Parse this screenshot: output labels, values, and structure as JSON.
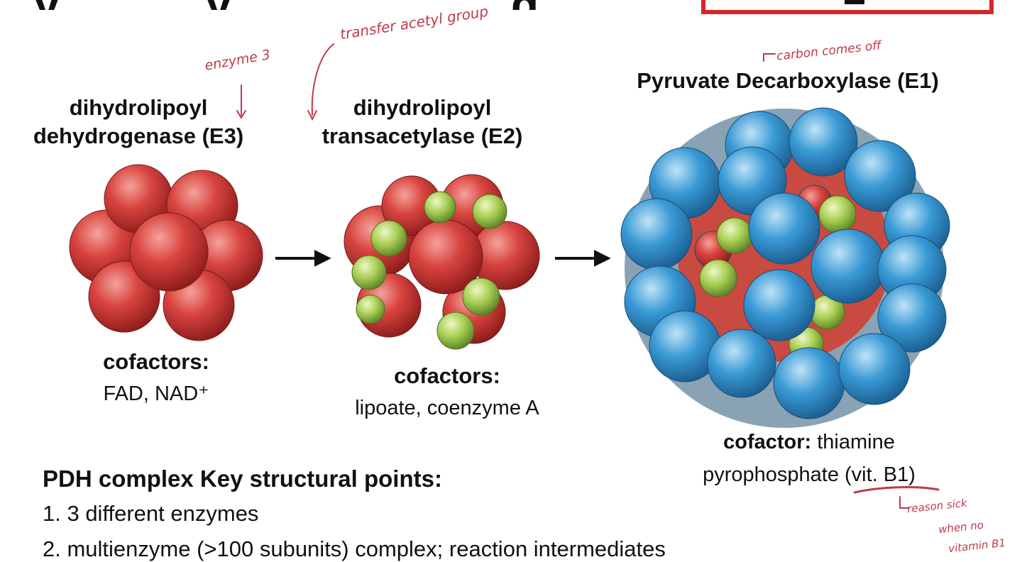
{
  "title_fragments": [
    "y",
    "y",
    "g"
  ],
  "enzymes": {
    "e3": {
      "name_line1": "dihydrolipoyl",
      "name_line2": "dehydrogenase (E3)",
      "cofactor_label": "cofactors:",
      "cofactor_value": "FAD, NAD⁺",
      "annotation": "enzyme 3"
    },
    "e2": {
      "name_line1": "dihydrolipoyl",
      "name_line2": "transacetylase (E2)",
      "cofactor_label": "cofactors:",
      "cofactor_value": "lipoate, coenzyme A",
      "annotation": "transfer acetyl group"
    },
    "e1": {
      "name": "Pyruvate Decarboxylase (E1)",
      "cofactor_label": "cofactor:",
      "cofactor_value_line1": "thiamine",
      "cofactor_value_line2": "pyrophosphate (vit. B1)",
      "annotation_top": "carbon comes off",
      "annotation_bottom": [
        "reason sick",
        "when no",
        "vitamin B1"
      ]
    }
  },
  "key_points": {
    "title": "PDH complex Key structural points:",
    "items": [
      "1.  3 different enzymes",
      "2.  multienzyme (>100 subunits) complex; reaction intermediates"
    ]
  },
  "colors": {
    "red_subunit": "#d9443f",
    "green_subunit": "#a9cf55",
    "blue_subunit": "#3a9ad5",
    "annotation_ink": "#c2394a",
    "box_red": "#d7262b"
  }
}
